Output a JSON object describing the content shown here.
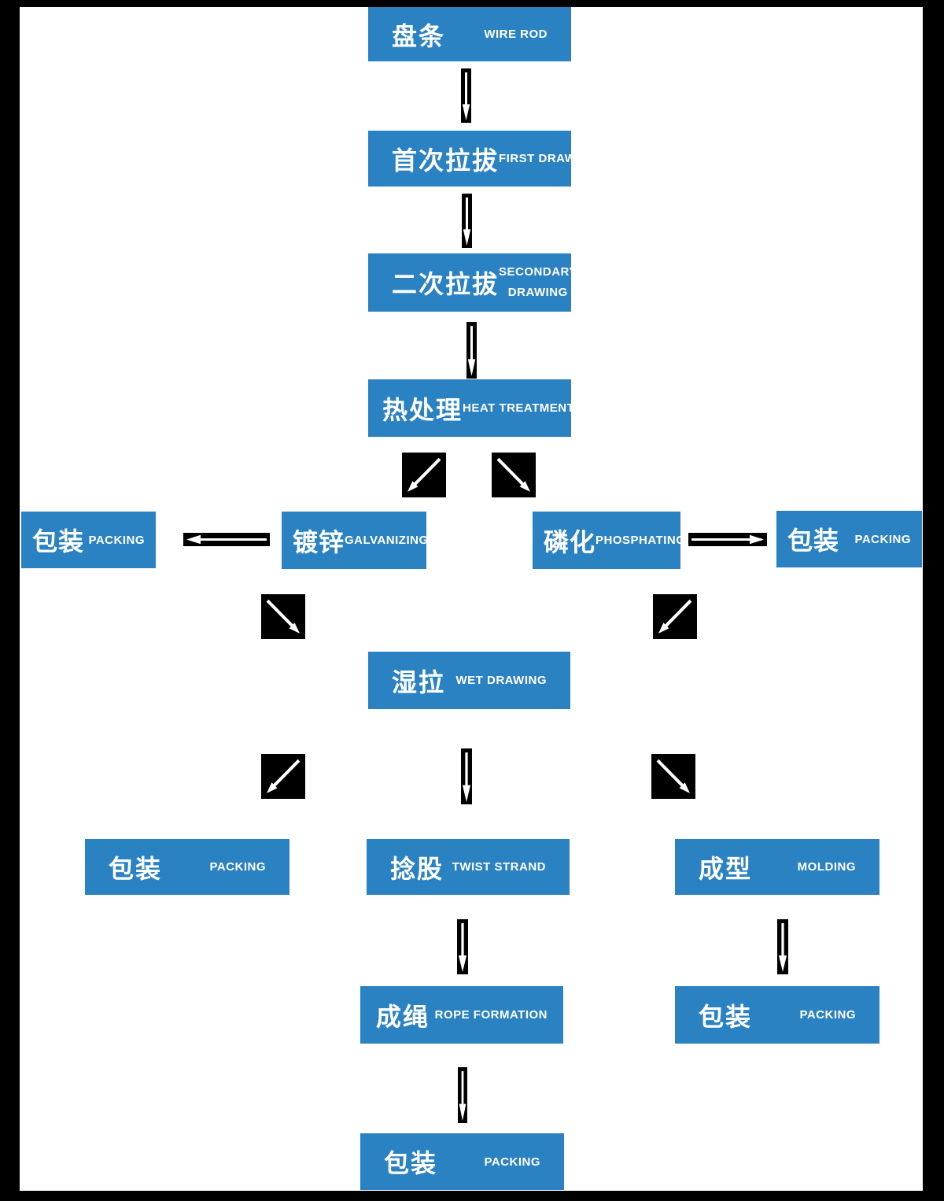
{
  "diagram": {
    "colors": {
      "box_blue": "#2b82c2",
      "arrow_black": "#000000",
      "arrow_glyph_white": "#ffffff",
      "background_white": "#ffffff",
      "frame_black": "#000000",
      "text_white": "#ffffff"
    },
    "nodes": [
      {
        "id": "wire-rod",
        "zh": "盘条",
        "en": "WIRE ROD"
      },
      {
        "id": "first-draw",
        "zh": "首次拉拔",
        "en": "FIRST DRAW"
      },
      {
        "id": "secondary-drawing",
        "zh": "二次拉拔",
        "en": "SECONDARY DRAWING"
      },
      {
        "id": "heat-treatment",
        "zh": "热处理",
        "en": "HEAT TREATMENT"
      },
      {
        "id": "packing-galvanized",
        "zh": "包装",
        "en": "PACKING"
      },
      {
        "id": "galvanizing",
        "zh": "镀锌",
        "en": "GALVANIZING"
      },
      {
        "id": "phosphating",
        "zh": "磷化",
        "en": "PHOSPHATING"
      },
      {
        "id": "packing-phosphated",
        "zh": "包装",
        "en": "PACKING"
      },
      {
        "id": "wet-drawing",
        "zh": "湿拉",
        "en": "WET DRAWING"
      },
      {
        "id": "packing-wet",
        "zh": "包装",
        "en": "PACKING"
      },
      {
        "id": "twist-strand",
        "zh": "捻股",
        "en": "TWIST STRAND"
      },
      {
        "id": "molding",
        "zh": "成型",
        "en": "MOLDING"
      },
      {
        "id": "rope-formation",
        "zh": "成绳",
        "en": "ROPE FORMATION"
      },
      {
        "id": "packing-molded",
        "zh": "包装",
        "en": "PACKING"
      },
      {
        "id": "packing-final",
        "zh": "包装",
        "en": "PACKING"
      }
    ],
    "edges": [
      {
        "from": "wire-rod",
        "to": "first-draw",
        "direction": "down"
      },
      {
        "from": "first-draw",
        "to": "secondary-drawing",
        "direction": "down"
      },
      {
        "from": "secondary-drawing",
        "to": "heat-treatment",
        "direction": "down"
      },
      {
        "from": "heat-treatment",
        "to": "galvanizing",
        "direction": "down-left"
      },
      {
        "from": "heat-treatment",
        "to": "phosphating",
        "direction": "down-right"
      },
      {
        "from": "galvanizing",
        "to": "packing-galvanized",
        "direction": "left"
      },
      {
        "from": "phosphating",
        "to": "packing-phosphated",
        "direction": "right"
      },
      {
        "from": "galvanizing",
        "to": "wet-drawing",
        "direction": "down-right"
      },
      {
        "from": "phosphating",
        "to": "wet-drawing",
        "direction": "down-left"
      },
      {
        "from": "wet-drawing",
        "to": "packing-wet",
        "direction": "down-left"
      },
      {
        "from": "wet-drawing",
        "to": "twist-strand",
        "direction": "down"
      },
      {
        "from": "wet-drawing",
        "to": "molding",
        "direction": "down-right"
      },
      {
        "from": "twist-strand",
        "to": "rope-formation",
        "direction": "down"
      },
      {
        "from": "molding",
        "to": "packing-molded",
        "direction": "down"
      },
      {
        "from": "rope-formation",
        "to": "packing-final",
        "direction": "down"
      }
    ]
  }
}
